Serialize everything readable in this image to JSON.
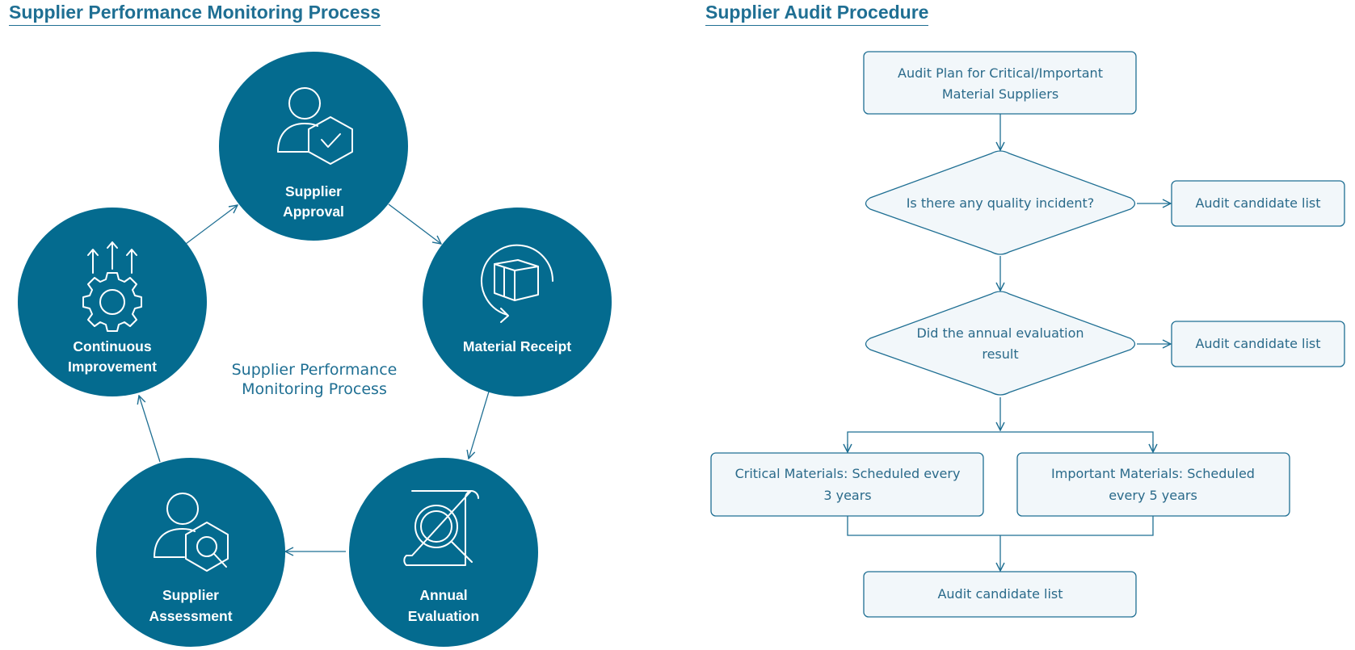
{
  "left_panel": {
    "title": "Supplier Performance Monitoring Process",
    "center_label_line1": "Supplier Performance",
    "center_label_line2": "Monitoring Process",
    "stages": {
      "supplier_approval": {
        "line1": "Supplier",
        "line2": "Approval",
        "icon": "user-shield-check-icon"
      },
      "material_receipt": {
        "line1": "Material Receipt",
        "icon": "box-rotate-icon"
      },
      "annual_evaluation": {
        "line1": "Annual",
        "line2": "Evaluation",
        "icon": "document-magnifier-icon"
      },
      "supplier_assessment": {
        "line1": "Supplier",
        "line2": "Assessment",
        "icon": "user-magnifier-icon"
      },
      "continuous_improvement": {
        "line1": "Continuous",
        "line2": "Improvement",
        "icon": "gear-arrows-up-icon"
      }
    },
    "colors": {
      "circle_fill": "#046b8f",
      "arrow": "#1f6f93",
      "text": "#1f6f93"
    }
  },
  "right_panel": {
    "title": "Supplier Audit Procedure",
    "start_box": {
      "line1": "Audit Plan for Critical/Important",
      "line2": "Material Suppliers"
    },
    "decision1": {
      "line1": "Is there any quality incident?"
    },
    "decision1_result": "Audit candidate list",
    "decision2": {
      "line1": "Did the annual evaluation",
      "line2": "result"
    },
    "decision2_result": "Audit candidate list",
    "critical_box": {
      "line1": "Critical Materials: Scheduled every",
      "line2": "3 years"
    },
    "important_box": {
      "line1": "Important Materials: Scheduled",
      "line2": "every 5 years"
    },
    "final_box": "Audit candidate list",
    "colors": {
      "box_fill": "#f2f7fa",
      "border": "#1f6f93",
      "text": "#2a6a8a"
    }
  }
}
